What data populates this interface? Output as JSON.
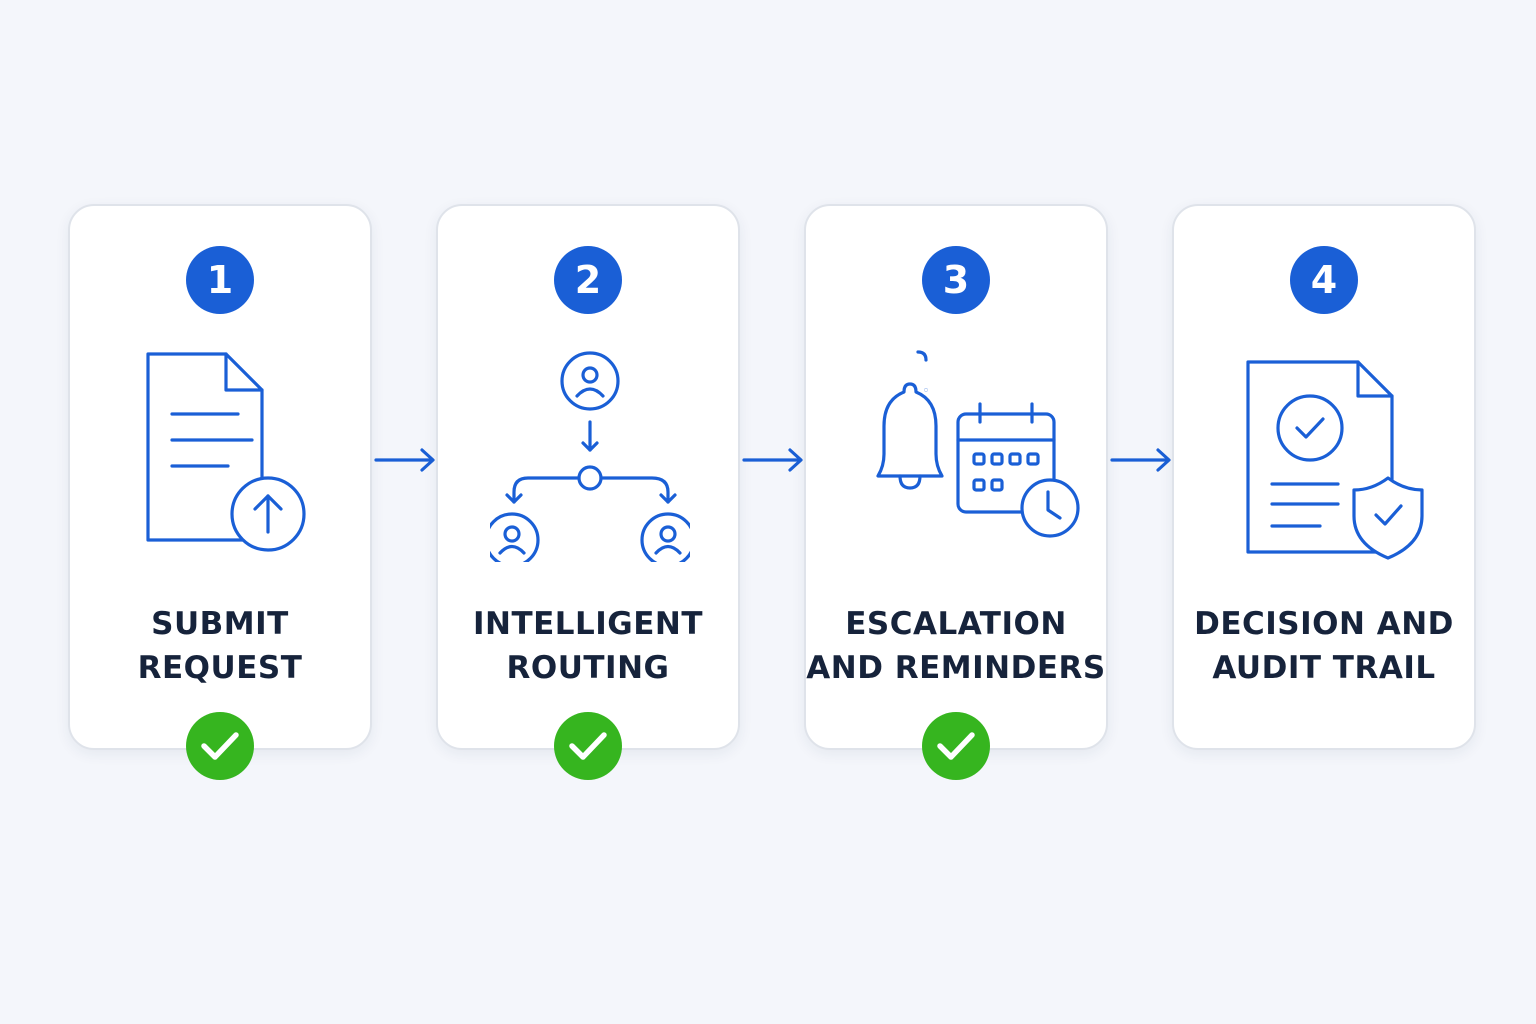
{
  "colors": {
    "accent": "#1a5fd6",
    "done": "#36b51f",
    "text": "#16233b",
    "card_border": "#dfe3ea"
  },
  "steps": [
    {
      "number": "1",
      "label_line1": "SUBMIT",
      "label_line2": "REQUEST",
      "icon": "document-upload-icon",
      "completed": true
    },
    {
      "number": "2",
      "label_line1": "INTELLIGENT",
      "label_line2": "ROUTING",
      "icon": "routing-people-icon",
      "completed": true
    },
    {
      "number": "3",
      "label_line1": "ESCALATION",
      "label_line2": "AND REMINDERS",
      "icon": "bell-calendar-clock-icon",
      "completed": true
    },
    {
      "number": "4",
      "label_line1": "DECISION AND",
      "label_line2": "AUDIT TRAIL",
      "icon": "document-shield-check-icon",
      "completed": false
    }
  ]
}
